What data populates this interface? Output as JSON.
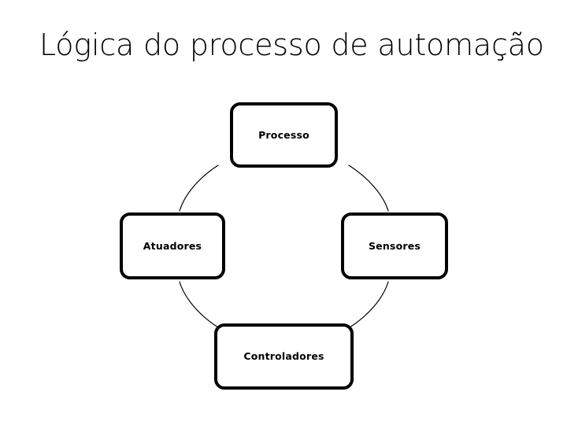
{
  "slide": {
    "title": "Lógica do processo de automação",
    "background_color": "#ffffff",
    "text_color": "#000000"
  },
  "diagram": {
    "type": "cycle",
    "name": "automation-process-cycle",
    "direction": "clockwise",
    "node_border_color": "#000000",
    "node_fill_color": "#ffffff",
    "connector_color": "#000000",
    "nodes": [
      {
        "id": "processo",
        "label": "Processo",
        "position": "top"
      },
      {
        "id": "sensores",
        "label": "Sensores",
        "position": "right"
      },
      {
        "id": "controladores",
        "label": "Controladores",
        "position": "bottom"
      },
      {
        "id": "atuadores",
        "label": "Atuadores",
        "position": "left"
      }
    ],
    "connectors": [
      {
        "from": "processo",
        "to": "sensores",
        "shape": "arc"
      },
      {
        "from": "sensores",
        "to": "controladores",
        "shape": "arc"
      },
      {
        "from": "controladores",
        "to": "atuadores",
        "shape": "arc"
      },
      {
        "from": "atuadores",
        "to": "processo",
        "shape": "arc"
      }
    ]
  }
}
